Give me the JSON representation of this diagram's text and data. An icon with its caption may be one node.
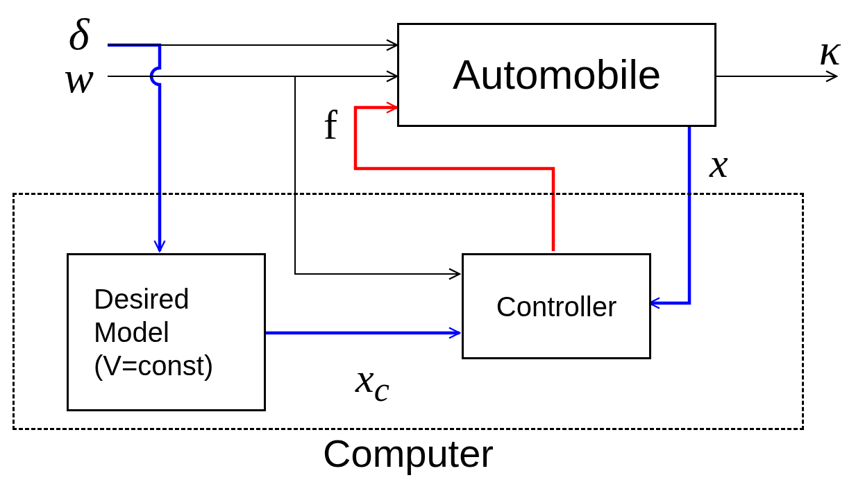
{
  "diagram": {
    "nodes": [
      {
        "text": [
          "δ"
        ]
      },
      {
        "text": [
          "w"
        ]
      },
      {
        "text": [
          "Automobile"
        ]
      },
      {
        "text": [
          "κ"
        ]
      },
      {
        "text": [
          "Computer"
        ]
      },
      {
        "text": [
          "Desired Model (V=const)"
        ],
        "in": 4
      },
      {
        "text": [
          "Controller"
        ],
        "in": 4
      }
    ],
    "edges": [
      {
        "from": 0,
        "to": 2,
        "arrow": "to"
      },
      {
        "from": 1,
        "to": 2,
        "arrow": "to"
      },
      {
        "from": 1,
        "to": 6,
        "arrow": "to"
      },
      {
        "from": 0,
        "to": 5,
        "arrow": "to",
        "style": "thick",
        "color": "#0000ff"
      },
      {
        "from": 2,
        "to": 3,
        "arrow": "to"
      },
      {
        "from": 2,
        "to": 6,
        "arrow": "to",
        "label": "x",
        "style": "thick",
        "color": "#0000ff"
      },
      {
        "from": 5,
        "to": 6,
        "arrow": "to",
        "label": "x$_{c}$",
        "style": "thick",
        "color": "#0000ff"
      },
      {
        "from": 6,
        "to": 2,
        "arrow": "to",
        "label": "f",
        "style": "thick",
        "color": "#ff0000"
      }
    ]
  }
}
